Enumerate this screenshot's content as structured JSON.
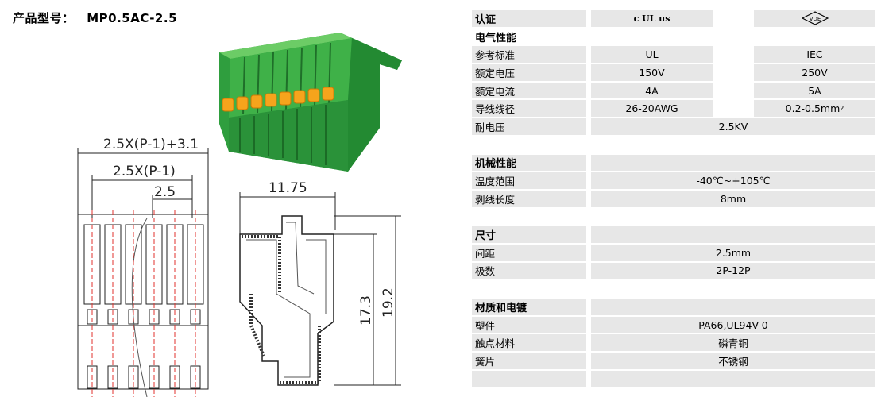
{
  "title": {
    "label": "产品型号：",
    "model": "MP0.5AC-2.5"
  },
  "dimensions": {
    "overall": "2.5X(P-1)+3.1",
    "span": "2.5X(P-1)",
    "pitch": "2.5",
    "depth": "11.75",
    "height_inner": "17.3",
    "height_outer": "19.2"
  },
  "spec": {
    "cert": {
      "label": "认证",
      "ul_mark": "c UL us",
      "vde_mark": "VDE"
    },
    "electrical": {
      "heading": "电气性能",
      "rows": [
        {
          "label": "参考标准",
          "ul": "UL",
          "iec": "IEC"
        },
        {
          "label": "额定电压",
          "ul": "150V",
          "iec": "250V"
        },
        {
          "label": "额定电流",
          "ul": "4A",
          "iec": "5A"
        },
        {
          "label": "导线线径",
          "ul": "26-20AWG",
          "iec": "0.2-0.5mm",
          "iec_sup": "2"
        }
      ],
      "withstand": {
        "label": "耐电压",
        "value": "2.5KV"
      }
    },
    "mechanical": {
      "heading": "机械性能",
      "rows": [
        {
          "label": "温度范围",
          "value": "-40℃~+105℃"
        },
        {
          "label": "剥线长度",
          "value": "8mm"
        }
      ]
    },
    "size": {
      "heading": "尺寸",
      "rows": [
        {
          "label": "间距",
          "value": "2.5mm"
        },
        {
          "label": "极数",
          "value": "2P-12P"
        }
      ]
    },
    "material": {
      "heading": "材质和电镀",
      "rows": [
        {
          "label": "塑件",
          "value": "PA66,UL94V-0"
        },
        {
          "label": "触点材料",
          "value": "磷青铜"
        },
        {
          "label": "簧片",
          "value": "不锈钢"
        }
      ]
    }
  }
}
